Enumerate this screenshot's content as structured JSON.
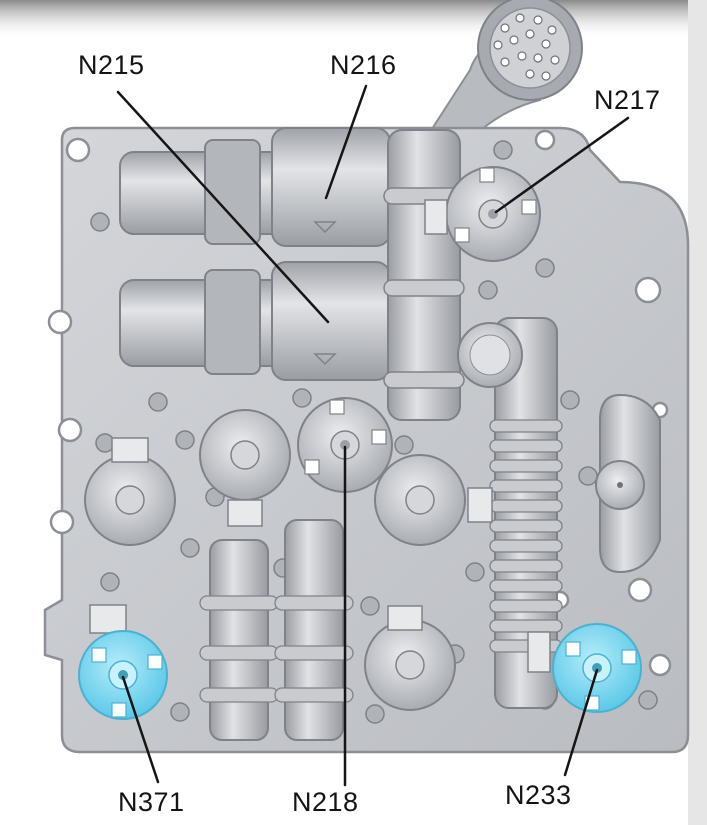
{
  "labels": {
    "n215": "N215",
    "n216": "N216",
    "n217": "N217",
    "n218": "N218",
    "n233": "N233",
    "n371": "N371"
  },
  "colors": {
    "plate": "#c6c8cc",
    "plate_edge": "#8c8f95",
    "component": "#b4b7bc",
    "highlight": "#6ed3ee",
    "leader": "#151515"
  }
}
